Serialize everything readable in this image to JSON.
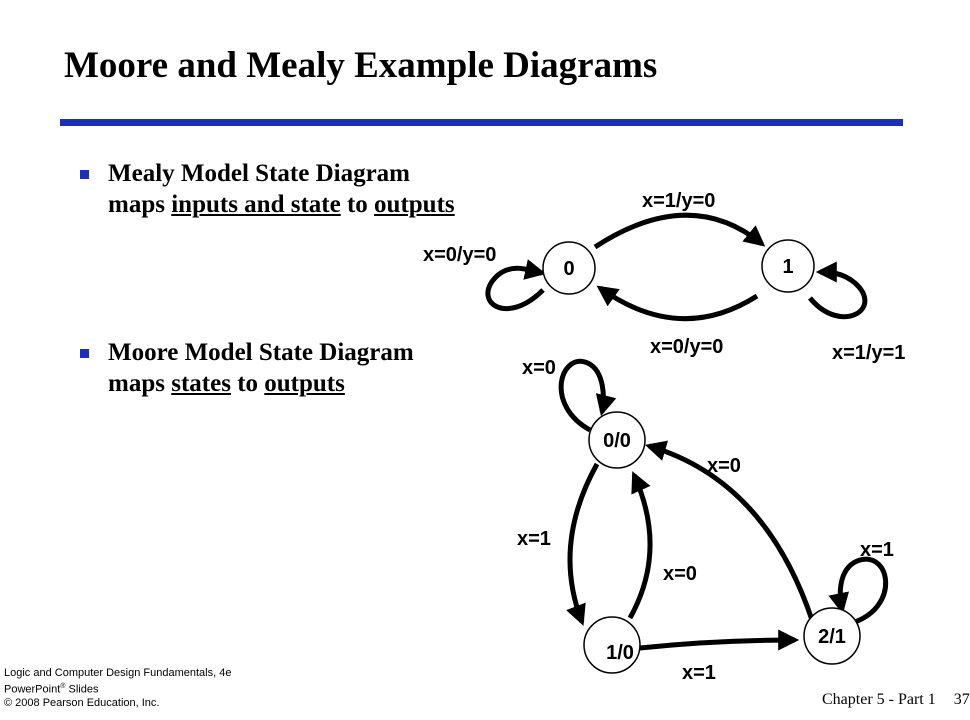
{
  "slide": {
    "title": "Moore and Mealy Example Diagrams",
    "accent_color": "#1f2fb5",
    "bullet_color": "#1f2fb5"
  },
  "bullets": [
    {
      "line1": "Mealy Model State Diagram",
      "line2_prefix": "maps ",
      "line2_u1": "inputs and state",
      "line2_mid": " to ",
      "line2_u2": "outputs"
    },
    {
      "line1": "Moore Model State Diagram",
      "line2_prefix": "maps ",
      "line2_u1": "states",
      "line2_mid": " to ",
      "line2_u2": "outputs"
    }
  ],
  "mealy": {
    "states": [
      "0",
      "1"
    ],
    "labels": {
      "top": "x=1/y=0",
      "self0": "x=0/y=0",
      "bottom": "x=0/y=0",
      "self1": "x=1/y=1"
    }
  },
  "moore": {
    "states": [
      "0/0",
      "1/0",
      "2/1"
    ],
    "labels": {
      "self00": "x=0",
      "from21to00": "x=0",
      "from00to10": "x=1",
      "from10to00": "x=0",
      "self21": "x=1",
      "from10to21": "x=1"
    }
  },
  "footer": {
    "line1": "Logic and Computer Design Fundamentals, 4e",
    "line2": "PowerPoint",
    "line2_reg": "®",
    "line2_rest": " Slides",
    "line3": "© 2008 Pearson Education, Inc.",
    "chapter": "Chapter 5 - Part 1",
    "page": "37"
  }
}
